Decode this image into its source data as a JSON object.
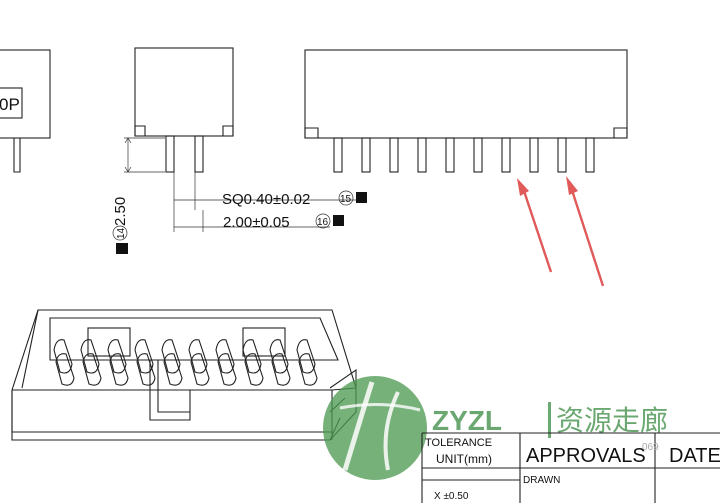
{
  "drawing": {
    "left_part_label": "0P",
    "dimensions": {
      "pitch_height": "2.50",
      "pin_square": "SQ0.40±0.02",
      "pin_pitch": "2.00±0.05"
    },
    "callouts": {
      "height_tag": "14",
      "square_tag": "15",
      "pitch_tag": "16"
    },
    "colors": {
      "line": "#222222",
      "arrow": "#e05a5a",
      "watermark": "#3f8f46"
    }
  },
  "title_block": {
    "tolerance_label": "TOLERANCE",
    "unit_label": "UNIT(mm)",
    "approvals_label": "APPROVALS",
    "date_label": "DATE",
    "drawn_label": "DRAWN",
    "tolerance_value": "X  ±0.50",
    "faint_number": "069"
  },
  "watermark": {
    "brand": "ZYZL",
    "chinese": "资源走廊"
  }
}
